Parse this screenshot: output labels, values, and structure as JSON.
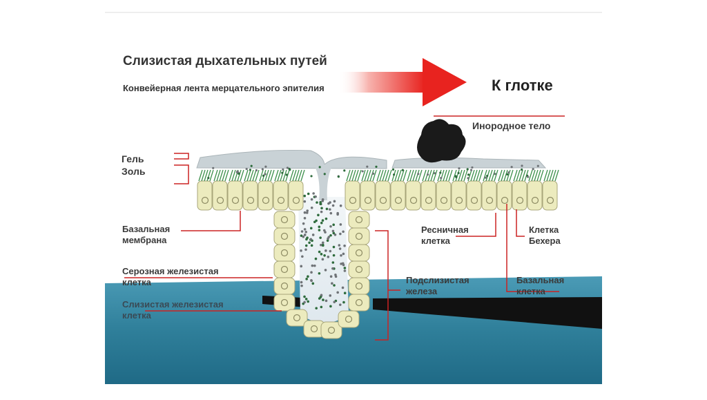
{
  "diagram": {
    "title": "Слизистая дыхательных путей",
    "subtitle": "Конвейерная лента мерцательного эпителия",
    "direction_label": "К глотке",
    "labels": {
      "foreign_body": "Инородное тело",
      "gel": "Гель",
      "sol": "Золь",
      "basal_membrane": [
        "Базальная",
        "мембрана"
      ],
      "serous_cell": [
        "Серозная железистая",
        "клетка"
      ],
      "mucous_cell": [
        "Слизистая железистая",
        "клетка"
      ],
      "ciliated_cell": [
        "Ресничная",
        "клетка"
      ],
      "goblet_cell": [
        "Клетка",
        "Бехера"
      ],
      "submucosal_gland": [
        "Подслизистая",
        "железа"
      ],
      "basal_cell": [
        "Базальная",
        "клетка"
      ]
    },
    "colors": {
      "arrow": "#e8231f",
      "leader_lines": "#cc2222",
      "cell_fill": "#ecebbe",
      "cilia": "#3c8f4a",
      "tissue_blue": "#2f7f9a",
      "mucus": "#c9d2d6"
    }
  }
}
